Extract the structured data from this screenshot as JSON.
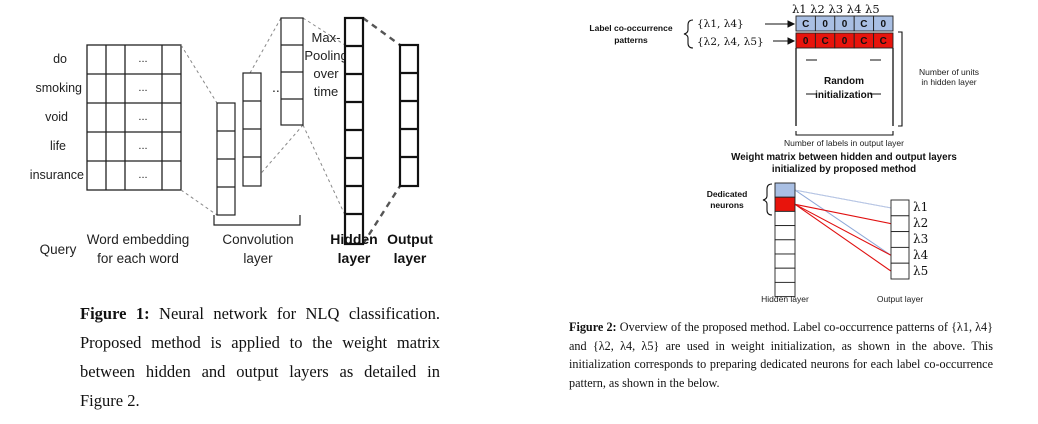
{
  "figure1": {
    "words": [
      "do",
      "smoking",
      "void",
      "life",
      "insurance"
    ],
    "ellipsis": "...",
    "conv_ellipsis": "...",
    "maxpool_lines": [
      "Max-",
      "Pooling",
      "over",
      "time"
    ],
    "labels": {
      "query": "Query",
      "word_embedding_1": "Word embedding",
      "word_embedding_2": "for each word",
      "convolution_1": "Convolution",
      "convolution_2": "layer",
      "hidden_1": "Hidden",
      "hidden_2": "layer",
      "output_1": "Output",
      "output_2": "layer"
    },
    "caption_label": "Figure 1:",
    "caption_text": "Neural network for NLQ classification. Proposed method is applied to the weight matrix between hidden and output layers as detailed in Figure 2."
  },
  "figure2": {
    "lambda_header": "λ1 λ2 λ3 λ4 λ5",
    "label_cooccurrence_1": "Label co-occurrence",
    "label_cooccurrence_2": "patterns",
    "pattern_1": "{λ1, λ4}",
    "pattern_2": "{λ2, λ4, λ5}",
    "row1_cells": [
      "C",
      "0",
      "0",
      "C",
      "0"
    ],
    "row2_cells": [
      "0",
      "C",
      "0",
      "C",
      "C"
    ],
    "random_1": "Random",
    "random_2": "initialization",
    "units_1": "Number of units",
    "units_2": "in hidden layer",
    "labels_output": "Number of labels in output layer",
    "weight_title_1": "Weight matrix between hidden and output layers",
    "weight_title_2": "initialized by proposed method",
    "dedicated_1": "Dedicated",
    "dedicated_2": "neurons",
    "output_lambdas": [
      "λ1",
      "λ2",
      "λ3",
      "λ4",
      "λ5"
    ],
    "hidden_layer_label": "Hidden layer",
    "output_layer_label": "Output layer",
    "caption_label": "Figure 2:",
    "caption_text": "Overview of the proposed method. Label co-occurrence patterns of {λ1, λ4} and {λ2, λ4, λ5} are used in weight initialization, as shown in the above. This initialization corresponds to preparing dedicated neurons for each label co-occurrence pattern, as shown in the below."
  },
  "colors": {
    "blue_cell": "#a9bfe3",
    "red_cell": "#e8140c",
    "blue_line": "#8ea8d8",
    "red_line": "#e01010"
  }
}
